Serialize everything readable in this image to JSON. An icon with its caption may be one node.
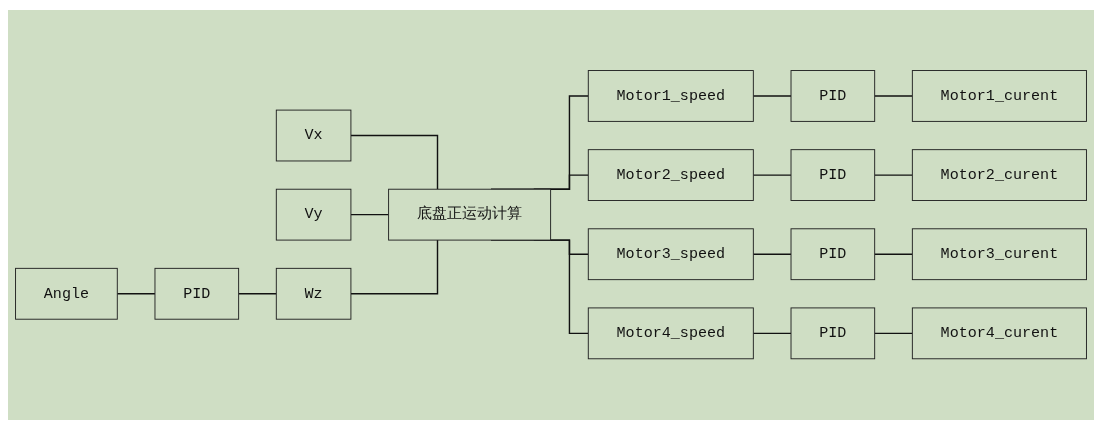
{
  "diagram": {
    "nodes": [
      {
        "text": [
          "Vx"
        ]
      },
      {
        "text": [
          "Vy"
        ]
      },
      {
        "text": [
          "Angle"
        ]
      },
      {
        "text": [
          "PID"
        ]
      },
      {
        "text": [
          "Wz"
        ]
      },
      {
        "text": [
          "底盘正运动计算"
        ]
      },
      {
        "text": [
          "Motor1_speed"
        ]
      },
      {
        "text": [
          "PID"
        ]
      },
      {
        "text": [
          "Motor1_curent"
        ]
      },
      {
        "text": [
          "Motor2_speed"
        ]
      },
      {
        "text": [
          "PID"
        ]
      },
      {
        "text": [
          "Motor2_curent"
        ]
      },
      {
        "text": [
          "Motor3_speed"
        ]
      },
      {
        "text": [
          "PID"
        ]
      },
      {
        "text": [
          "Motor3_curent"
        ]
      },
      {
        "text": [
          "Motor4_speed"
        ]
      },
      {
        "text": [
          "PID"
        ]
      },
      {
        "text": [
          "Motor4_curent"
        ]
      }
    ],
    "edges": [
      {
        "from": 0,
        "to": 5,
        "arrow": "none"
      },
      {
        "from": 1,
        "to": 5,
        "arrow": "none"
      },
      {
        "from": 2,
        "to": 3,
        "arrow": "none"
      },
      {
        "from": 3,
        "to": 4,
        "arrow": "none"
      },
      {
        "from": 4,
        "to": 5,
        "arrow": "none"
      },
      {
        "from": 5,
        "to": 6,
        "arrow": "none"
      },
      {
        "from": 5,
        "to": 9,
        "arrow": "none"
      },
      {
        "from": 5,
        "to": 12,
        "arrow": "none"
      },
      {
        "from": 5,
        "to": 15,
        "arrow": "none"
      },
      {
        "from": 6,
        "to": 7,
        "arrow": "none"
      },
      {
        "from": 7,
        "to": 8,
        "arrow": "none"
      },
      {
        "from": 9,
        "to": 10,
        "arrow": "none"
      },
      {
        "from": 10,
        "to": 11,
        "arrow": "none"
      },
      {
        "from": 12,
        "to": 13,
        "arrow": "none"
      },
      {
        "from": 13,
        "to": 14,
        "arrow": "none"
      },
      {
        "from": 15,
        "to": 16,
        "arrow": "none"
      },
      {
        "from": 16,
        "to": 17,
        "arrow": "none"
      }
    ]
  }
}
